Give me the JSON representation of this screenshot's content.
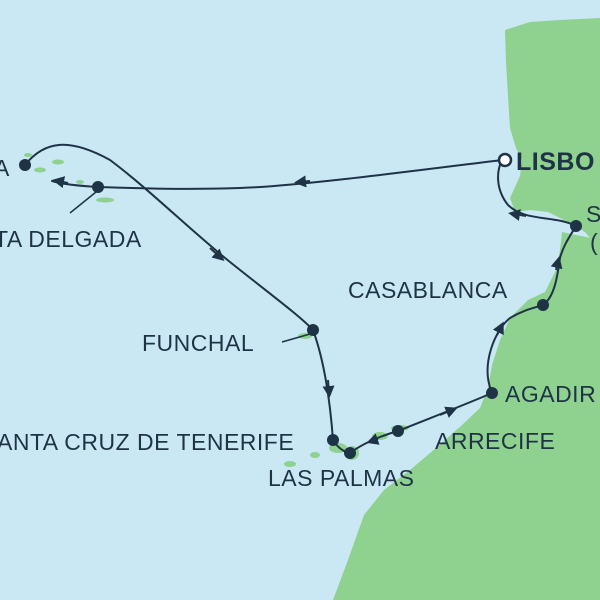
{
  "map": {
    "colors": {
      "sea": "#c9e8f4",
      "land": "#8fd18f",
      "route": "#1f3347",
      "marker": "#1f3347",
      "start_marker_fill": "#ffffff",
      "label": "#1f3347"
    },
    "ports": [
      {
        "id": "lisbon",
        "label": "LISBO",
        "role": "start-end"
      },
      {
        "id": "ponta-delgada",
        "label": "TA DELGADA"
      },
      {
        "id": "azores-west",
        "label": "A"
      },
      {
        "id": "funchal",
        "label": "FUNCHAL"
      },
      {
        "id": "santa-cruz",
        "label": "ANTA CRUZ DE TENERIFE"
      },
      {
        "id": "las-palmas",
        "label": "LAS PALMAS"
      },
      {
        "id": "arrecife",
        "label": "ARRECIFE"
      },
      {
        "id": "agadir",
        "label": "AGADIR"
      },
      {
        "id": "casablanca",
        "label": "CASABLANCA"
      },
      {
        "id": "seville",
        "label": "S"
      },
      {
        "id": "seville-paren",
        "label": "("
      }
    ]
  }
}
